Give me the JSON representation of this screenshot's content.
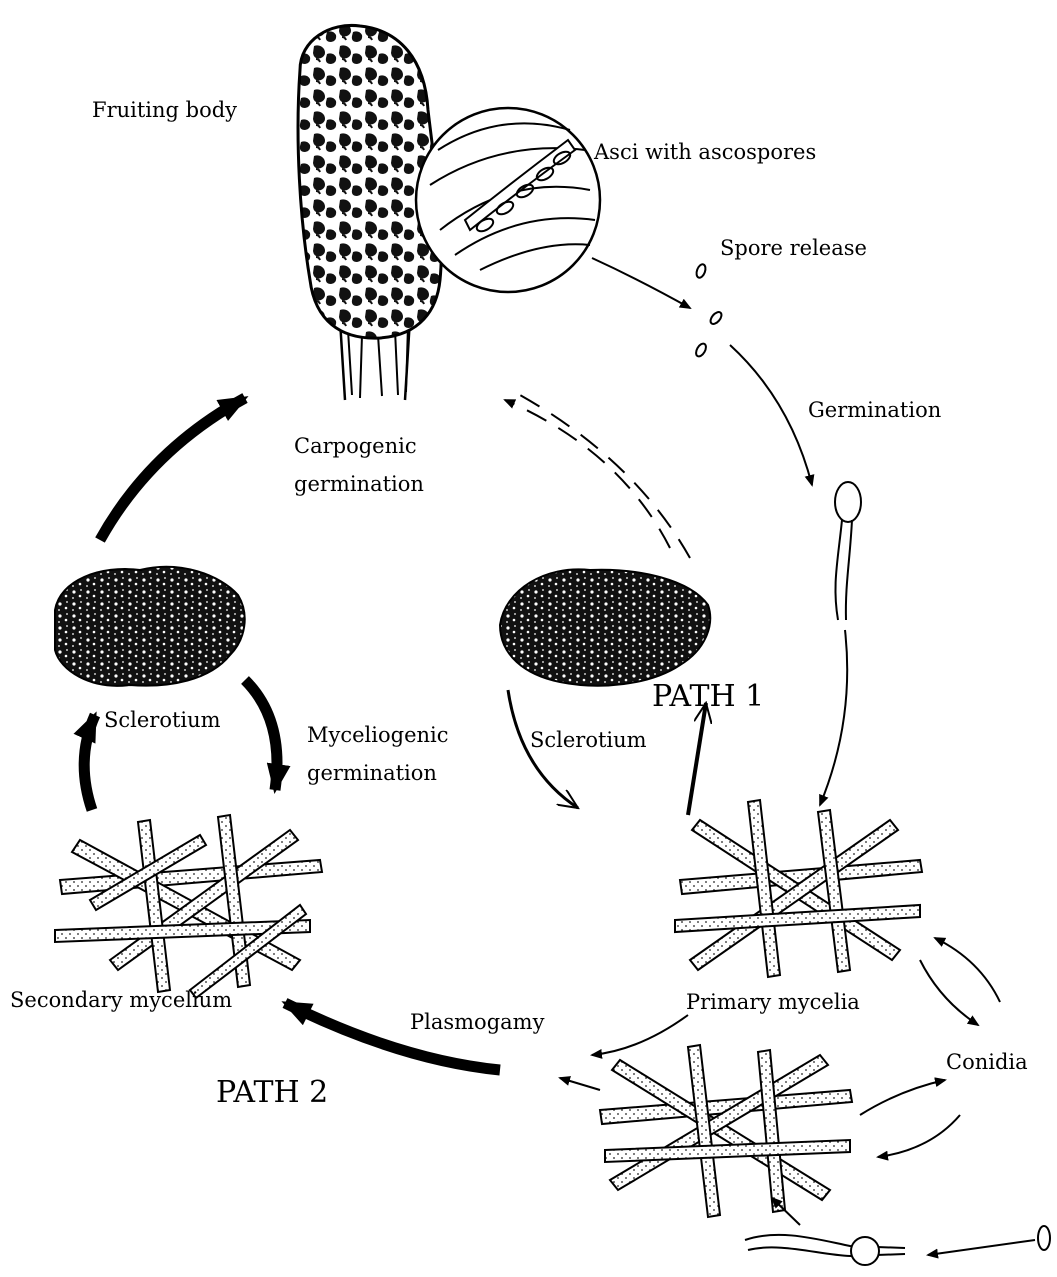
{
  "labels": {
    "fruiting_body": "Fruiting body",
    "asci": "Asci with ascospores",
    "spore_release": "Spore release",
    "germination": "Germination",
    "carpogenic_1": "Carpogenic",
    "carpogenic_2": "germination",
    "path1": "PATH 1",
    "sclerotium_left": "Sclerotium",
    "sclerotium_mid": "Sclerotium",
    "myceliogenic_1": "Myceliogenic",
    "myceliogenic_2": "germination",
    "secondary_mycelium": "Secondary mycelium",
    "plasmogamy": "Plasmogamy",
    "primary_mycelia": "Primary mycelia",
    "conidia": "Conidia",
    "path2": "PATH 2"
  },
  "colors": {
    "ink": "#000000",
    "paper": "#ffffff",
    "stipple": "#222222"
  }
}
